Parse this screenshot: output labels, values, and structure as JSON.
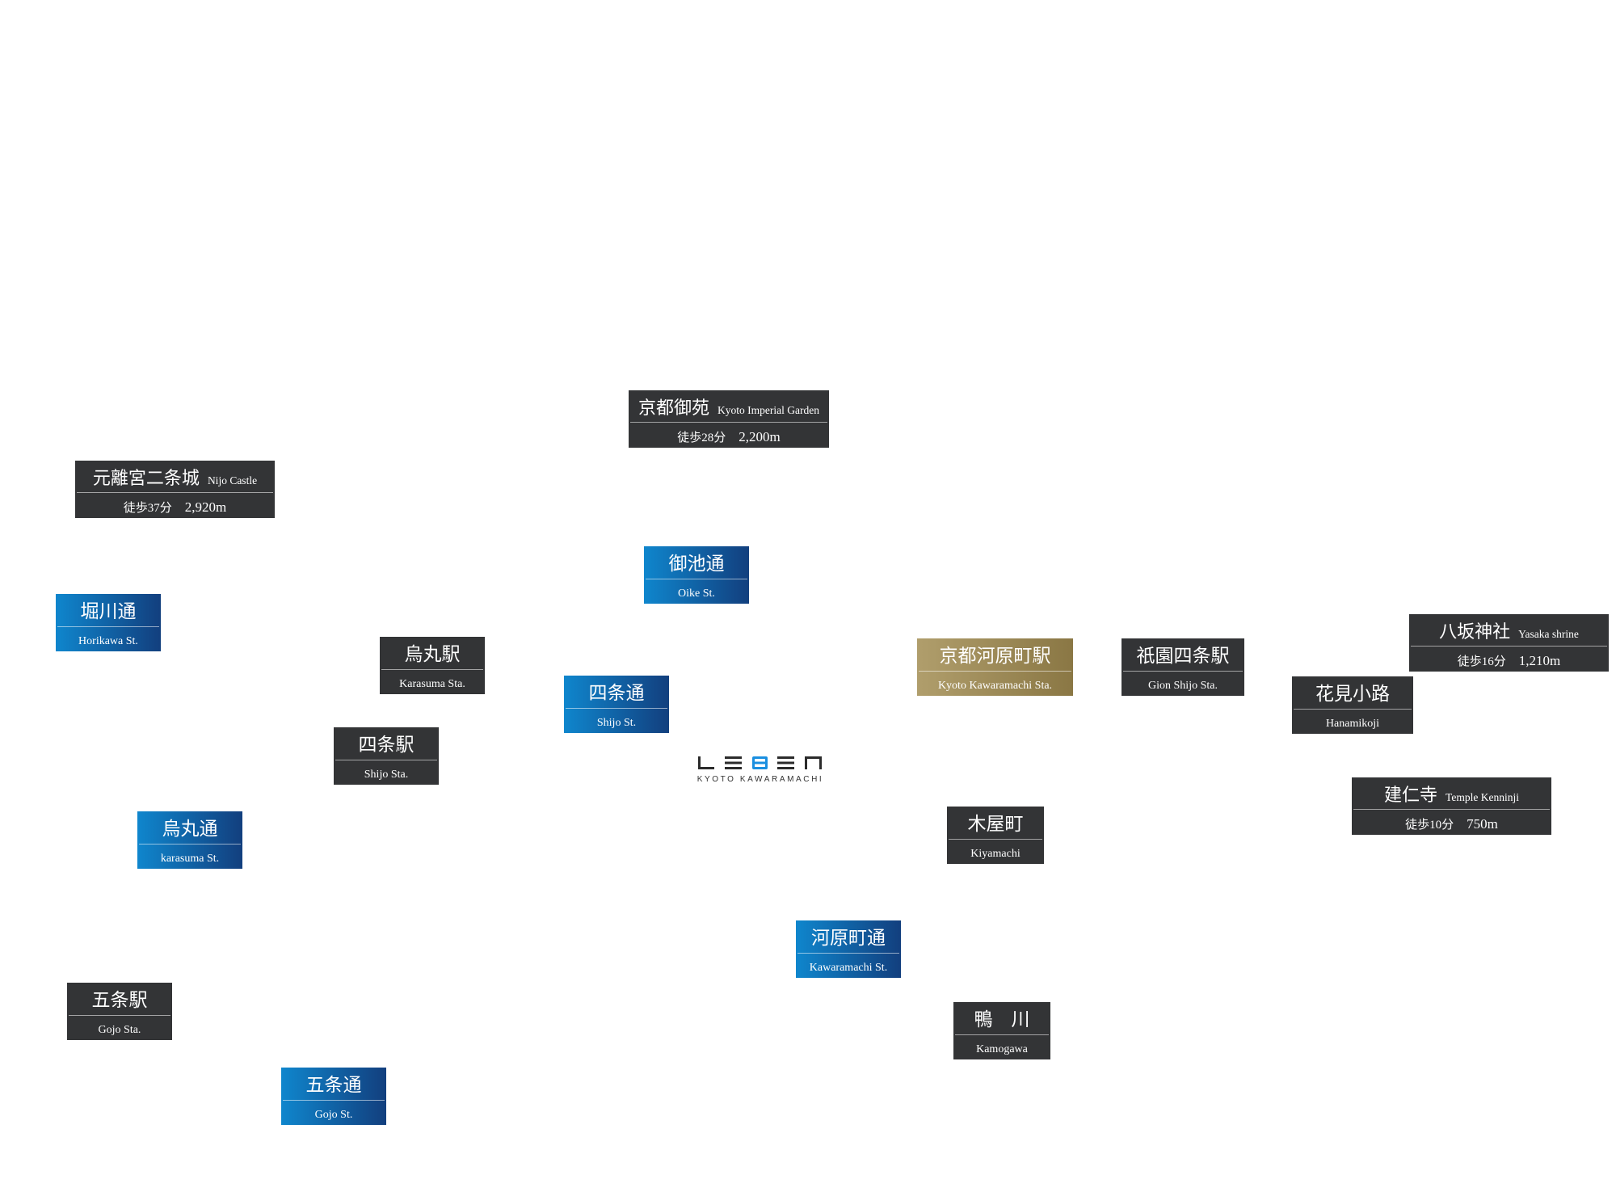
{
  "logo": {
    "brand": "LEBEN",
    "subtitle": "KYOTO KAWARAMACHI"
  },
  "poi": {
    "imperial": {
      "jp": "京都御苑",
      "en": "Kyoto Imperial Garden",
      "walk": "徒歩28分",
      "distance": "2,200m"
    },
    "nijo": {
      "jp": "元離宮二条城",
      "en": "Nijo Castle",
      "walk": "徒歩37分",
      "distance": "2,920m"
    },
    "yasaka": {
      "jp": "八坂神社",
      "en": "Yasaka shrine",
      "walk": "徒歩16分",
      "distance": "1,210m"
    },
    "kenninji": {
      "jp": "建仁寺",
      "en": "Temple Kenninji",
      "walk": "徒歩10分",
      "distance": "750m"
    }
  },
  "streets": {
    "oike": {
      "jp": "御池通",
      "en": "Oike St."
    },
    "horikawa": {
      "jp": "堀川通",
      "en": "Horikawa St."
    },
    "shijo": {
      "jp": "四条通",
      "en": "Shijo St."
    },
    "karasuma": {
      "jp": "烏丸通",
      "en": "karasuma St."
    },
    "kawaramachi": {
      "jp": "河原町通",
      "en": "Kawaramachi St."
    },
    "gojo": {
      "jp": "五条通",
      "en": "Gojo St."
    }
  },
  "stations": {
    "karasuma_sta": {
      "jp": "烏丸駅",
      "en": "Karasuma Sta."
    },
    "shijo_sta": {
      "jp": "四条駅",
      "en": "Shijo Sta."
    },
    "gojo_sta": {
      "jp": "五条駅",
      "en": "Gojo Sta."
    },
    "kawaramachi_sta": {
      "jp": "京都河原町駅",
      "en": "Kyoto Kawaramachi Sta."
    },
    "gion_shijo_sta": {
      "jp": "祇園四条駅",
      "en": "Gion Shijo Sta."
    }
  },
  "places": {
    "hanamikoji": {
      "jp": "花見小路",
      "en": "Hanamikoji"
    },
    "kiyamachi": {
      "jp": "木屋町",
      "en": "Kiyamachi"
    },
    "kamogawa": {
      "jp": "鴨　川",
      "en": "Kamogawa"
    }
  },
  "colors": {
    "label_dark": "#333436",
    "street_blue_start": "#0f86cd",
    "street_blue_end": "#123f7e",
    "station_gold_start": "#b09e6c",
    "station_gold_end": "#8a7744",
    "logo_accent": "#1a8fe0"
  }
}
